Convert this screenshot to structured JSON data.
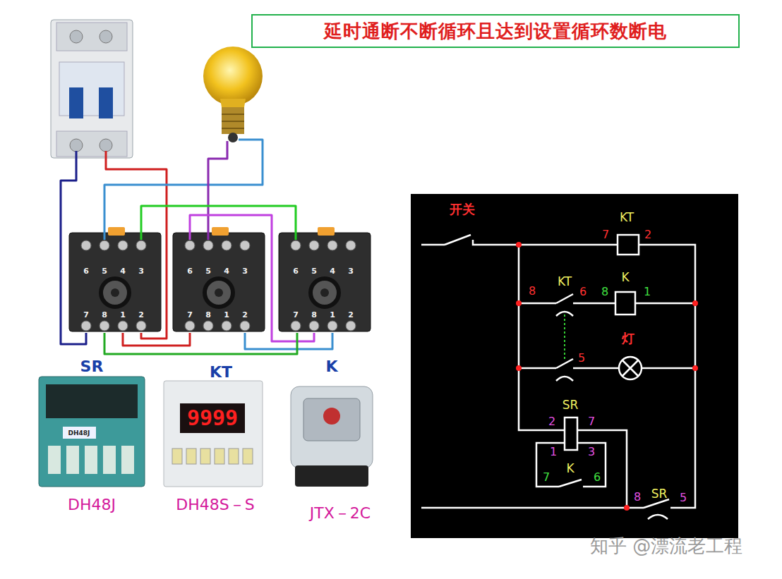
{
  "diagram": {
    "title": "延时通断不断循环且达到设置循环数断电",
    "labels": [
      "6",
      "5",
      "4",
      "3",
      "7",
      "8",
      "1",
      "2",
      "6",
      "5",
      "4",
      "3",
      "7",
      "8",
      "1",
      "2",
      "6",
      "5",
      "4",
      "3",
      "7",
      "8",
      "1",
      "2",
      "SR",
      "KT",
      "K",
      "DH48J",
      "9999",
      "DH48J",
      "DH48S－S",
      "JTX－2C",
      "开关",
      "KT",
      "7",
      "2",
      "8",
      "KT",
      "6",
      "8",
      "K",
      "1",
      "灯",
      "5",
      "SR",
      "2",
      "7",
      "1",
      "3",
      "7",
      "K",
      "6",
      "8",
      "SR",
      "5",
      "知乎 @漂流老工程"
    ]
  }
}
